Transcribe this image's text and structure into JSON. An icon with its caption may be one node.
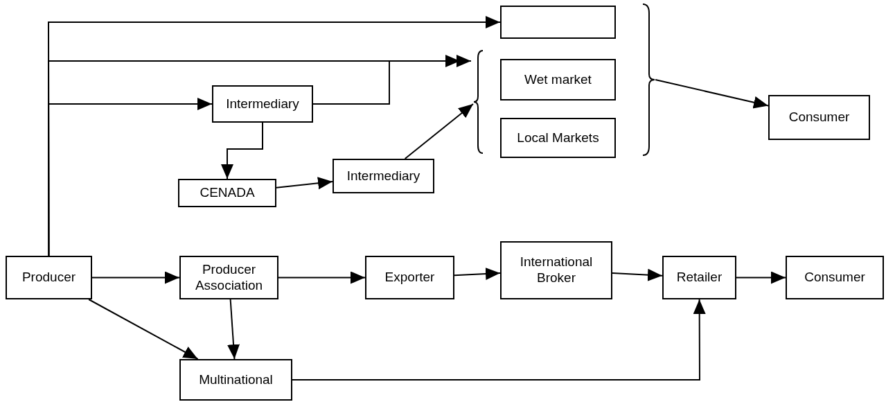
{
  "diagram": {
    "nodes": [
      {
        "text": [
          "Producer"
        ]
      },
      {
        "text": [],
        "shape": "box"
      },
      {
        "text": [],
        "shape": "brace"
      },
      {
        "text": [
          "Wet market"
        ]
      },
      {
        "text": [
          "Local Markets"
        ]
      },
      {
        "text": [
          "Intermediary"
        ]
      },
      {
        "text": [
          "CENADA"
        ]
      },
      {
        "text": [
          "Intermediary"
        ]
      },
      {
        "text": [],
        "shape": "brace"
      },
      {
        "text": [
          "Consumer"
        ]
      },
      {
        "text": [
          "Producer Association"
        ]
      },
      {
        "text": [
          "Exporter"
        ]
      },
      {
        "text": [
          "International Broker"
        ]
      },
      {
        "text": [
          "Retailer"
        ]
      },
      {
        "text": [
          "Consumer"
        ]
      },
      {
        "text": [
          "Multinational"
        ]
      }
    ],
    "edges": [
      {
        "from": 0,
        "to": 1,
        "arrow": "to"
      },
      {
        "from": 0,
        "to": 2,
        "arrow": "to"
      },
      {
        "from": 0,
        "to": 5,
        "arrow": "to"
      },
      {
        "from": 5,
        "to": 2,
        "arrow": "to"
      },
      {
        "from": 5,
        "to": 6,
        "arrow": "to"
      },
      {
        "from": 6,
        "to": 7,
        "arrow": "to"
      },
      {
        "from": 7,
        "to": 2,
        "arrow": "to"
      },
      {
        "from": 8,
        "to": 9,
        "arrow": "to"
      },
      {
        "from": 0,
        "to": 10,
        "arrow": "to"
      },
      {
        "from": 10,
        "to": 11,
        "arrow": "to"
      },
      {
        "from": 11,
        "to": 12,
        "arrow": "to"
      },
      {
        "from": 12,
        "to": 13,
        "arrow": "to"
      },
      {
        "from": 13,
        "to": 14,
        "arrow": "to"
      },
      {
        "from": 0,
        "to": 15,
        "arrow": "to"
      },
      {
        "from": 10,
        "to": 15,
        "arrow": "to"
      },
      {
        "from": 15,
        "to": 13,
        "arrow": "to"
      }
    ]
  }
}
